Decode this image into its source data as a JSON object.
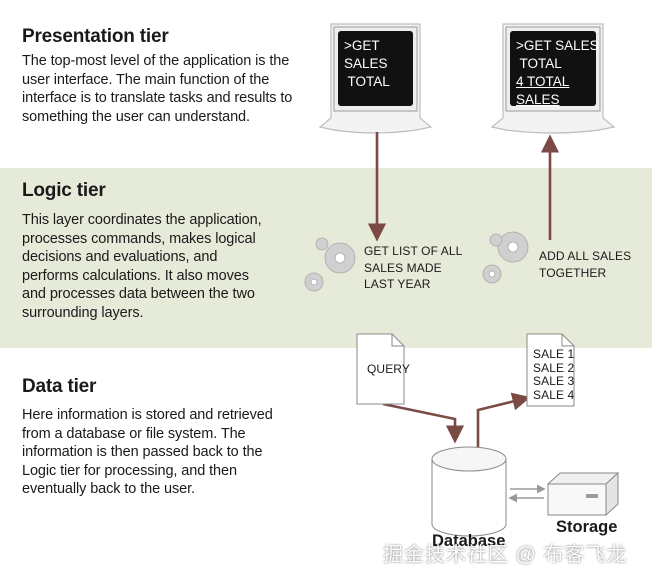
{
  "tiers": {
    "presentation": {
      "title": "Presentation tier",
      "description": "The top-most level of the application is the user interface. The main function of the interface is to translate tasks and results to something the user can understand."
    },
    "logic": {
      "title": "Logic tier",
      "description": "This layer coordinates the application, processes commands, makes logical decisions and evaluations, and performs calculations. It also moves and processes data between the two surrounding layers."
    },
    "data": {
      "title": "Data tier",
      "description": "Here information is stored and retrieved from a database or file system. The information is then passed back to the Logic tier for processing, and then eventually back to the user."
    }
  },
  "screens": {
    "request": {
      "line1": ">GET SALES",
      "line2": " TOTAL"
    },
    "response": {
      "line1": ">GET SALES",
      "line2": " TOTAL",
      "line3": "4 TOTAL SALES"
    }
  },
  "labels": {
    "get_list": "GET LIST OF ALL SALES MADE LAST YEAR",
    "add_all": "ADD ALL SALES TOGETHER",
    "query": "QUERY",
    "sales": [
      "SALE 1",
      "SALE 2",
      "SALE 3",
      "SALE 4"
    ],
    "database": "Database",
    "storage": "Storage"
  },
  "watermark": "掘金技术社区 @ 布客飞龙",
  "colors": {
    "arrow": "#7a4a44",
    "logic_band": "#e6ead8",
    "screen": "#111111",
    "monitor_frame": "#f2f2f2",
    "gear": "#d2d2d2"
  }
}
